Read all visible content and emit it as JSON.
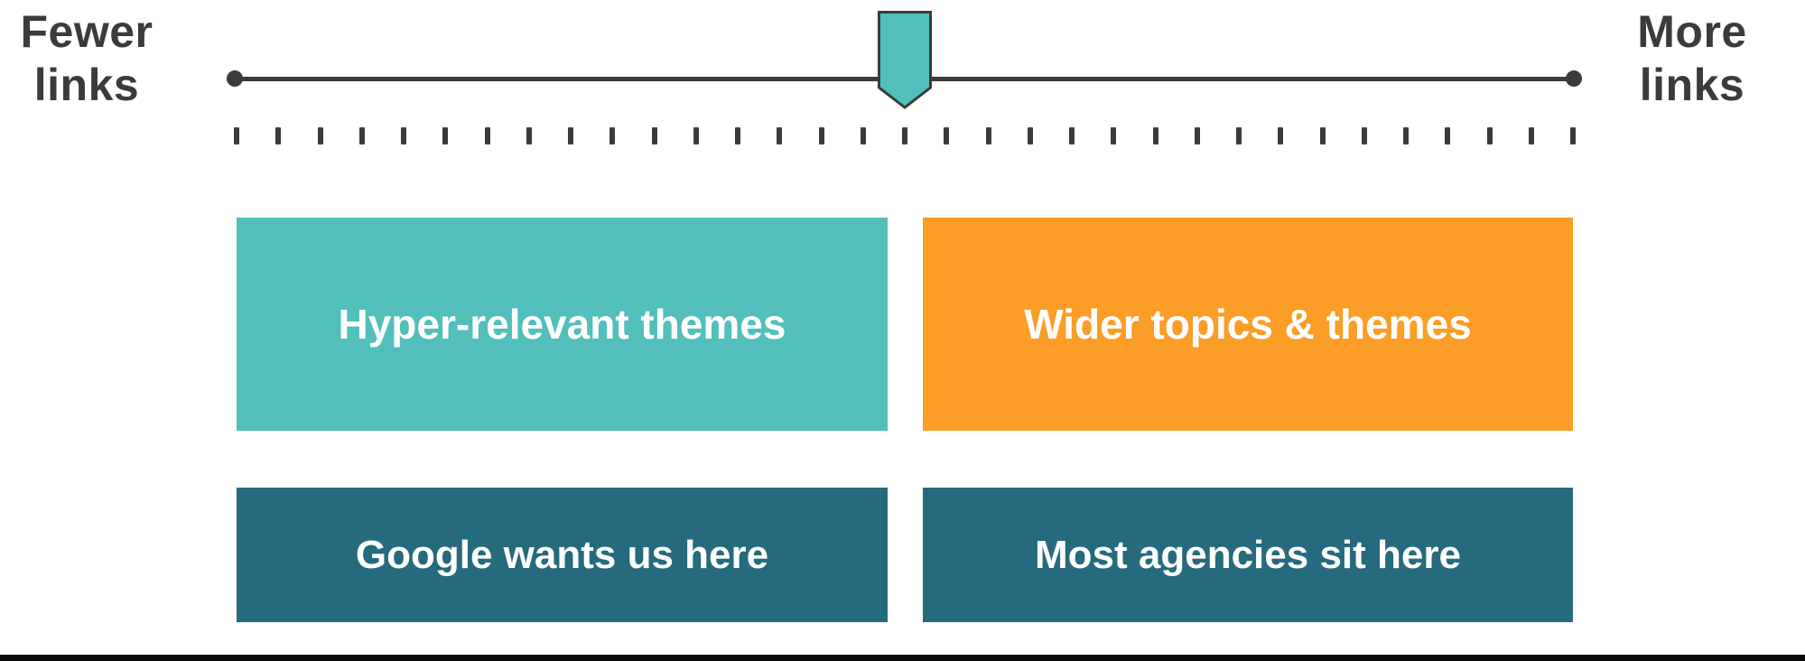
{
  "scale": {
    "left_label_line1": "Fewer",
    "left_label_line2": "links",
    "right_label_line1": "More",
    "right_label_line2": "links",
    "tick_count": 33,
    "marker_position_percent": 50
  },
  "boxes": [
    {
      "id": "hyper-relevant-themes",
      "label": "Hyper-relevant themes",
      "color": "teal"
    },
    {
      "id": "wider-topics-themes",
      "label": "Wider topics & themes",
      "color": "orange"
    },
    {
      "id": "google-wants-us-here",
      "label": "Google wants us here",
      "color": "dark_teal"
    },
    {
      "id": "most-agencies-sit-here",
      "label": "Most agencies sit here",
      "color": "dark_teal"
    }
  ],
  "colors": {
    "teal": "#52bfbb",
    "orange": "#fb9d27",
    "dark_teal": "#266a7d",
    "line": "#3b3b3b",
    "text_dark": "#3b3b3b",
    "text_light": "#ffffff",
    "footer_bar": "#0a0a0a"
  }
}
